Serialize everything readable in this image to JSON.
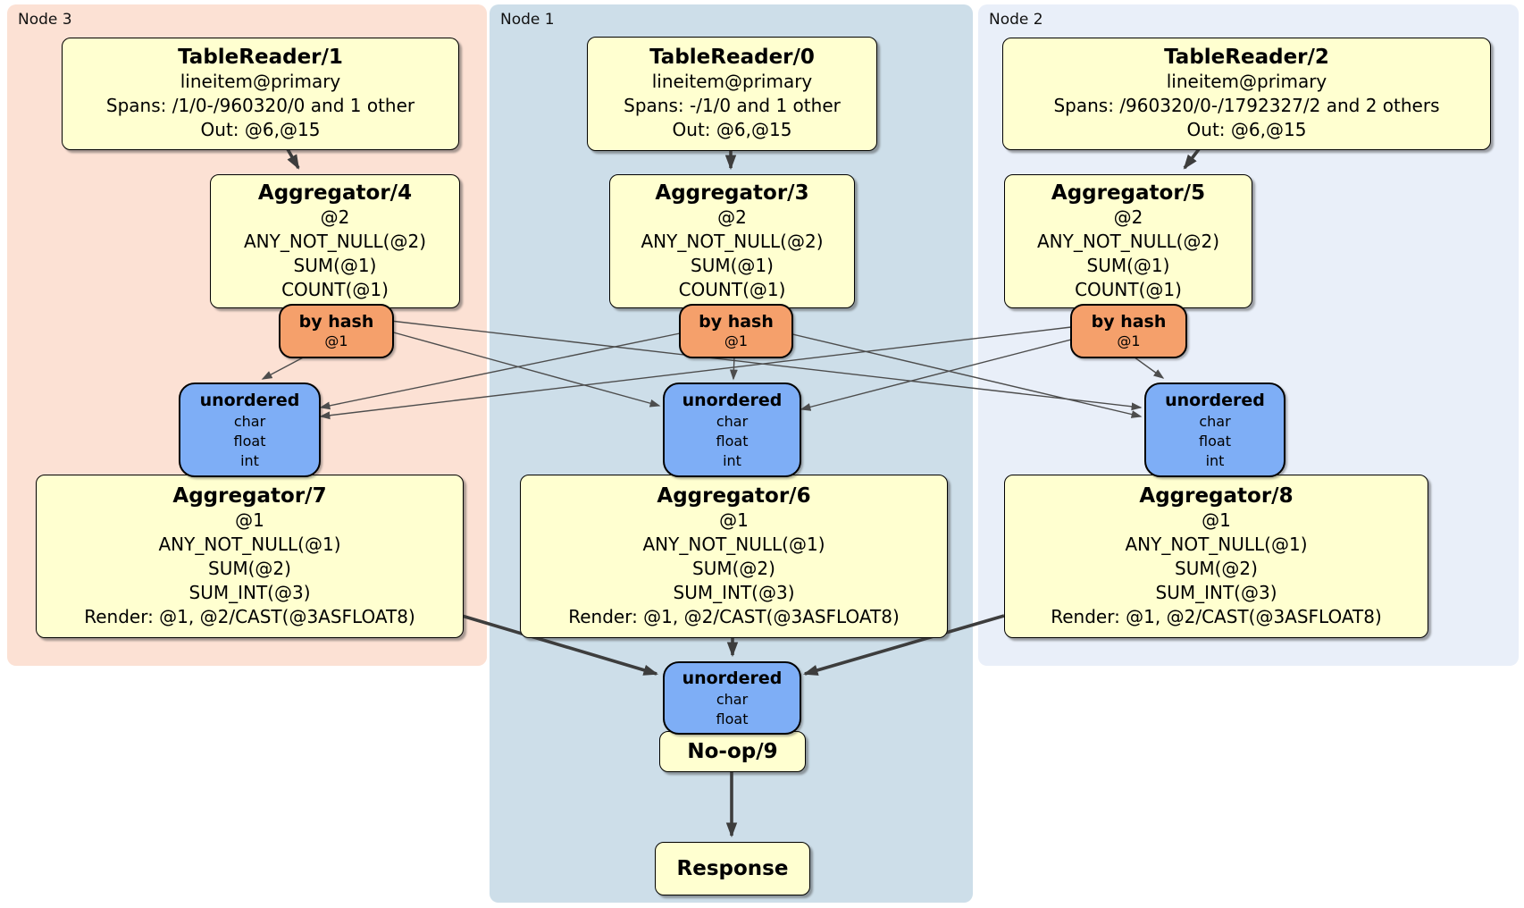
{
  "colors": {
    "node3_bg": "#fce1d4",
    "node1_bg": "#cddee9",
    "node2_bg": "#e9eff9",
    "processor_fill": "#ffffd0",
    "router_fill": "#f5a06b",
    "sync_fill": "#7eaef6",
    "box_border": "#000000",
    "edge_thick": "#3d3d3d",
    "edge_thin": "#4d4d4d"
  },
  "regions": [
    {
      "label": "Node 3"
    },
    {
      "label": "Node 1"
    },
    {
      "label": "Node 2"
    }
  ],
  "processors": {
    "tr1": {
      "title": "TableReader/1",
      "lines": [
        "lineitem@primary",
        "Spans: /1/0-/960320/0 and 1 other",
        "Out: @6,@15"
      ]
    },
    "tr0": {
      "title": "TableReader/0",
      "lines": [
        "lineitem@primary",
        "Spans: -/1/0 and 1 other",
        "Out: @6,@15"
      ]
    },
    "tr2": {
      "title": "TableReader/2",
      "lines": [
        "lineitem@primary",
        "Spans: /960320/0-/1792327/2 and 2 others",
        "Out: @6,@15"
      ]
    },
    "agg4": {
      "title": "Aggregator/4",
      "lines": [
        "@2",
        "ANY_NOT_NULL(@2)",
        "SUM(@1)",
        "COUNT(@1)"
      ]
    },
    "agg3": {
      "title": "Aggregator/3",
      "lines": [
        "@2",
        "ANY_NOT_NULL(@2)",
        "SUM(@1)",
        "COUNT(@1)"
      ]
    },
    "agg5": {
      "title": "Aggregator/5",
      "lines": [
        "@2",
        "ANY_NOT_NULL(@2)",
        "SUM(@1)",
        "COUNT(@1)"
      ]
    },
    "agg7": {
      "title": "Aggregator/7",
      "lines": [
        "@1",
        "ANY_NOT_NULL(@1)",
        "SUM(@2)",
        "SUM_INT(@3)",
        "Render: @1, @2/CAST(@3ASFLOAT8)"
      ]
    },
    "agg6": {
      "title": "Aggregator/6",
      "lines": [
        "@1",
        "ANY_NOT_NULL(@1)",
        "SUM(@2)",
        "SUM_INT(@3)",
        "Render: @1, @2/CAST(@3ASFLOAT8)"
      ]
    },
    "agg8": {
      "title": "Aggregator/8",
      "lines": [
        "@1",
        "ANY_NOT_NULL(@1)",
        "SUM(@2)",
        "SUM_INT(@3)",
        "Render: @1, @2/CAST(@3ASFLOAT8)"
      ]
    },
    "noop": {
      "title": "No-op/9"
    },
    "response": {
      "title": "Response"
    }
  },
  "routers": [
    {
      "label": "by hash",
      "key": "@1"
    },
    {
      "label": "by hash",
      "key": "@1"
    },
    {
      "label": "by hash",
      "key": "@1"
    }
  ],
  "syncs": [
    {
      "label": "unordered",
      "items": [
        "char",
        "float",
        "int"
      ]
    },
    {
      "label": "unordered",
      "items": [
        "char",
        "float",
        "int"
      ]
    },
    {
      "label": "unordered",
      "items": [
        "char",
        "float",
        "int"
      ]
    },
    {
      "label": "unordered",
      "items": [
        "char",
        "float"
      ]
    }
  ]
}
